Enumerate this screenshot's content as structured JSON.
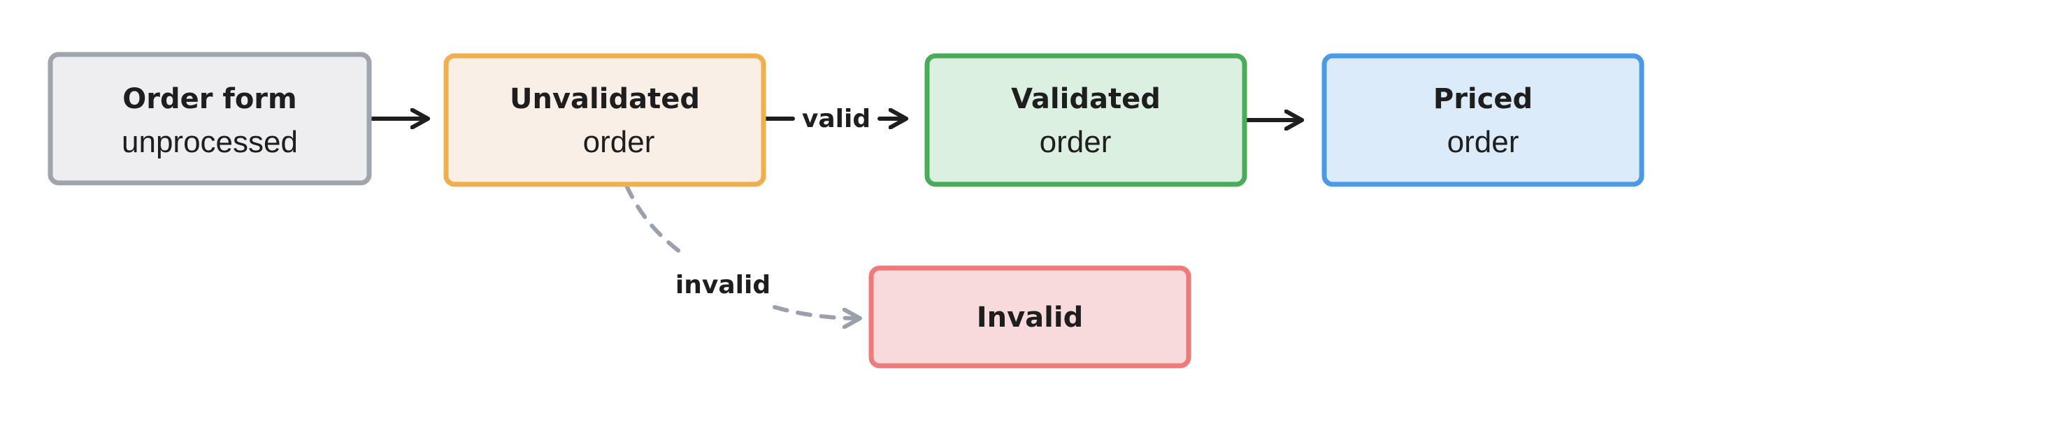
{
  "nodes": {
    "order_form": {
      "title": "Order form",
      "subtitle": "unprocessed",
      "fill": "#eeeef1",
      "stroke": "#a0a5ad"
    },
    "unvalidated": {
      "title": "Unvalidated",
      "subtitle": "order",
      "fill": "#faefe6",
      "stroke": "#f0ae4c"
    },
    "validated": {
      "title": "Validated",
      "subtitle": "order",
      "fill": "#dcf0e2",
      "stroke": "#4aab5a"
    },
    "priced": {
      "title": "Priced",
      "subtitle": "order",
      "fill": "#dcebf9",
      "stroke": "#4a9ae8"
    },
    "invalid": {
      "title": "Invalid",
      "fill": "#f8dadd",
      "stroke": "#ee7a7a"
    }
  },
  "edges": {
    "valid_label": "valid",
    "invalid_label": "invalid",
    "solid_color": "#1e1e1e",
    "dashed_color": "#9aa1ad"
  }
}
